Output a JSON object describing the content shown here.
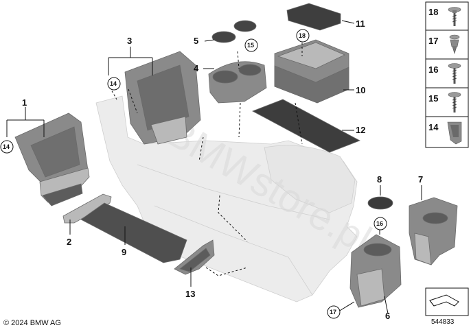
{
  "copyright": "© 2024 BMW AG",
  "diagram_number": "544833",
  "watermark": "BMWstore.pl",
  "callouts": {
    "c1": "1",
    "c2": "2",
    "c3": "3",
    "c4": "4",
    "c5": "5",
    "c6": "6",
    "c7": "7",
    "c8": "8",
    "c9": "9",
    "c10": "10",
    "c11": "11",
    "c12": "12",
    "c13": "13"
  },
  "circled": {
    "c14a": "14",
    "c14b": "14",
    "c15": "15",
    "c16": "16",
    "c17": "17",
    "c18": "18"
  },
  "legend": {
    "items": [
      "18",
      "17",
      "16",
      "15",
      "14"
    ]
  }
}
